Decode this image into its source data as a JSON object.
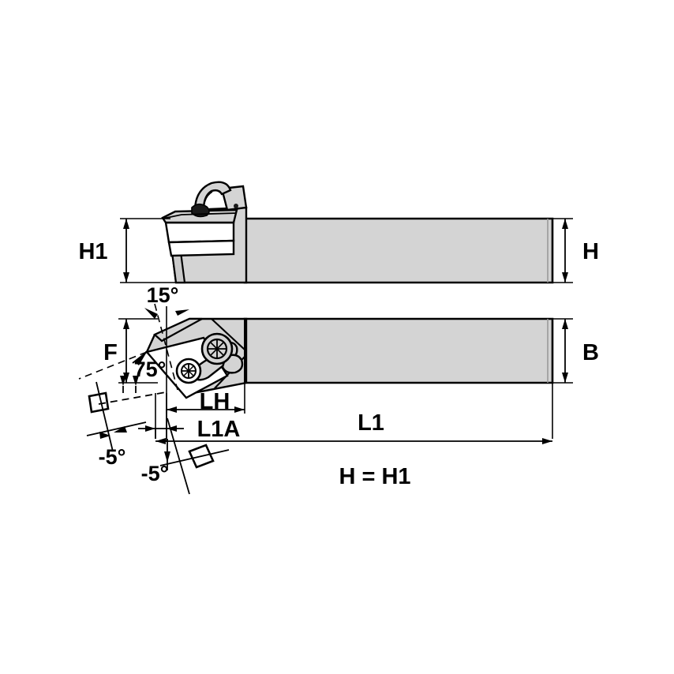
{
  "drawing": {
    "title": "Turning toolholder technical drawing",
    "views": [
      {
        "name": "side-view",
        "description": "Side elevation of lathe toolholder with insert and clamp"
      },
      {
        "name": "plan-view",
        "description": "Top plan view of lathe toolholder with insert, clamp arm and screws"
      }
    ],
    "colors": {
      "body_fill": "#d4d4d4",
      "insert_fill": "#ffffff",
      "line": "#000000",
      "background": "#ffffff"
    }
  },
  "labels": {
    "h1": "H1",
    "h": "H",
    "b": "B",
    "f": "F",
    "lh": "LH",
    "l1": "L1",
    "l1a": "L1A",
    "angle_15": "15°",
    "angle_75": "75°",
    "angle_neg5_a": "-5°",
    "angle_neg5_b": "-5°",
    "note": "H = H1"
  }
}
